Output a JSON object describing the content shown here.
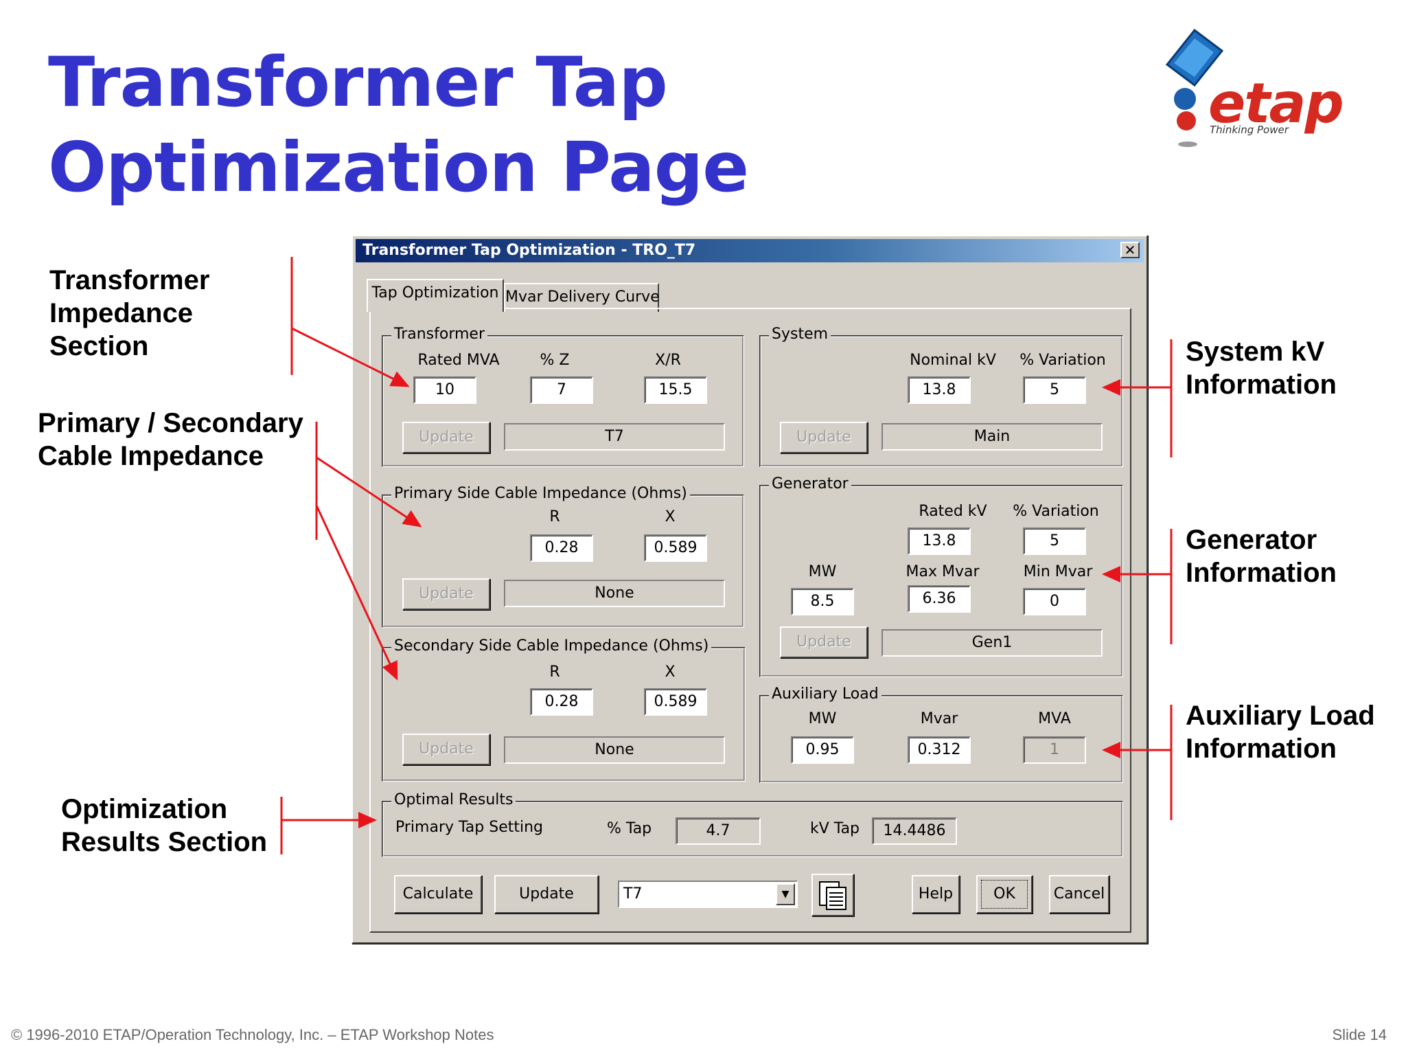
{
  "slide": {
    "title": "Transformer Tap Optimization Page",
    "footer_left": "© 1996-2010 ETAP/Operation Technology, Inc. – ETAP Workshop Notes",
    "footer_right": "Slide 14",
    "logo_text": "etap",
    "logo_tagline": "Thinking Power",
    "accent_color": "#3333cc",
    "arrow_color": "#e8141b"
  },
  "annotations": {
    "transformer": "Transformer\nImpedance\nSection",
    "cable": "Primary / Secondary\nCable Impedance",
    "results": "Optimization\nResults Section",
    "system": "System kV\nInformation",
    "generator": "Generator\nInformation",
    "auxiliary": "Auxiliary Load\nInformation"
  },
  "dialog": {
    "title": "Transformer Tap Optimization - TRO_T7",
    "close_icon": "close-icon",
    "tabs": [
      {
        "label": "Tap Optimization",
        "active": true
      },
      {
        "label": "Mvar Delivery Curve",
        "active": false
      }
    ],
    "transformer": {
      "legend": "Transformer",
      "rated_mva_label": "Rated MVA",
      "rated_mva": "10",
      "pz_label": "% Z",
      "pz": "7",
      "xr_label": "X/R",
      "xr": "15.5",
      "update_label": "Update",
      "name": "T7"
    },
    "primary_cable": {
      "legend": "Primary Side Cable Impedance (Ohms)",
      "r_label": "R",
      "r": "0.28",
      "x_label": "X",
      "x": "0.589",
      "update_label": "Update",
      "name": "None"
    },
    "secondary_cable": {
      "legend": "Secondary Side Cable Impedance (Ohms)",
      "r_label": "R",
      "r": "0.28",
      "x_label": "X",
      "x": "0.589",
      "update_label": "Update",
      "name": "None"
    },
    "system": {
      "legend": "System",
      "nominal_kv_label": "Nominal kV",
      "nominal_kv": "13.8",
      "variation_label": "% Variation",
      "variation": "5",
      "update_label": "Update",
      "name": "Main"
    },
    "generator": {
      "legend": "Generator",
      "rated_kv_label": "Rated kV",
      "rated_kv": "13.8",
      "variation_label": "% Variation",
      "variation": "5",
      "mw_label": "MW",
      "mw": "8.5",
      "max_mvar_label": "Max Mvar",
      "max_mvar": "6.36",
      "min_mvar_label": "Min Mvar",
      "min_mvar": "0",
      "update_label": "Update",
      "name": "Gen1"
    },
    "auxiliary": {
      "legend": "Auxiliary Load",
      "mw_label": "MW",
      "mw": "0.95",
      "mvar_label": "Mvar",
      "mvar": "0.312",
      "mva_label": "MVA",
      "mva": "1"
    },
    "results": {
      "legend": "Optimal Results",
      "row_label": "Primary Tap Setting",
      "ptap_label": "% Tap",
      "ptap": "4.7",
      "kvtap_label": "kV Tap",
      "kvtap": "14.4486"
    },
    "buttons": {
      "calculate": "Calculate",
      "update": "Update",
      "select_value": "T7",
      "copy_icon": "clipboard-icon",
      "help": "Help",
      "ok": "OK",
      "cancel": "Cancel"
    }
  }
}
